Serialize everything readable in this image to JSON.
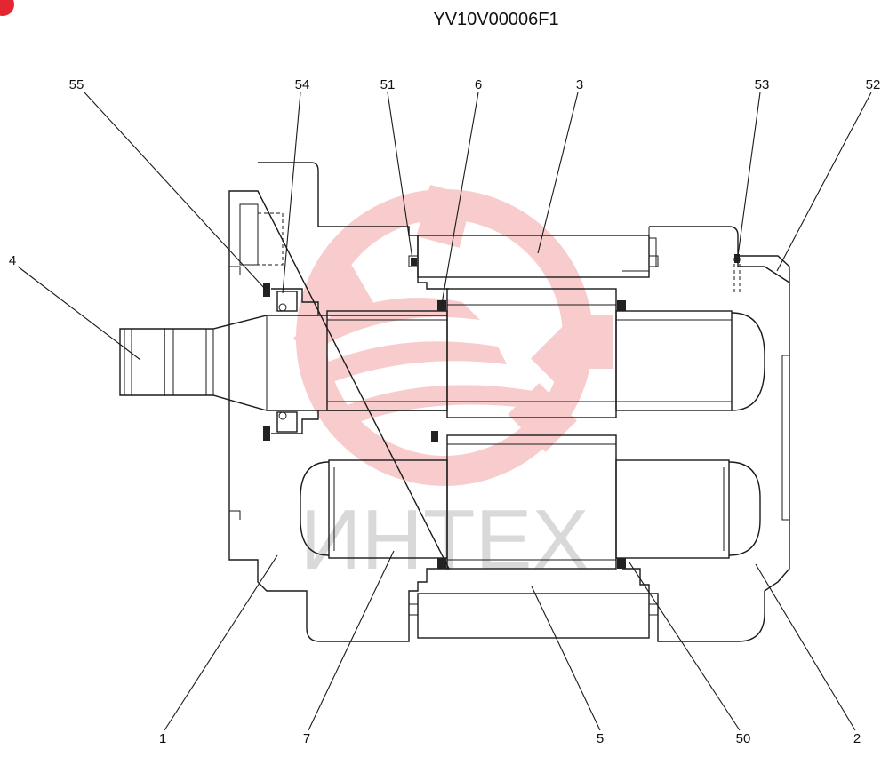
{
  "title": "YV10V00006F1",
  "badge": {
    "color": "#e3262f"
  },
  "watermark": {
    "text": "ИНТЕХ",
    "color": "#f3b3b3"
  },
  "callouts": [
    {
      "id": "55",
      "label": "55"
    },
    {
      "id": "54",
      "label": "54"
    },
    {
      "id": "51",
      "label": "51"
    },
    {
      "id": "6",
      "label": "6"
    },
    {
      "id": "3",
      "label": "3"
    },
    {
      "id": "53",
      "label": "53"
    },
    {
      "id": "52",
      "label": "52"
    },
    {
      "id": "4",
      "label": "4"
    },
    {
      "id": "1",
      "label": "1"
    },
    {
      "id": "7",
      "label": "7"
    },
    {
      "id": "5",
      "label": "5"
    },
    {
      "id": "50",
      "label": "50"
    },
    {
      "id": "2",
      "label": "2"
    }
  ]
}
